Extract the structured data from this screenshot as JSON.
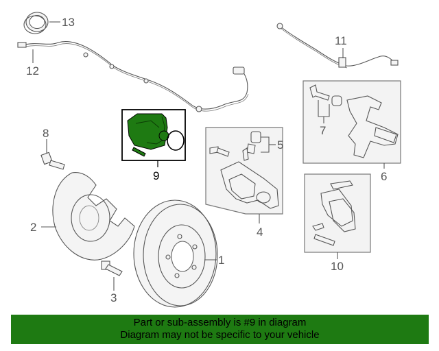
{
  "diagram": {
    "callouts": {
      "n1": "1",
      "n2": "2",
      "n3": "3",
      "n4": "4",
      "n5": "5",
      "n6": "6",
      "n7": "7",
      "n8": "8",
      "n9": "9",
      "n10": "10",
      "n11": "11",
      "n12": "12",
      "n13": "13"
    },
    "highlight_color": "#1e7a12"
  },
  "banner": {
    "line1": "Part or sub-assembly is #9 in diagram",
    "line2": "Diagram may not be specific to your vehicle",
    "background": "#1e7a12"
  }
}
